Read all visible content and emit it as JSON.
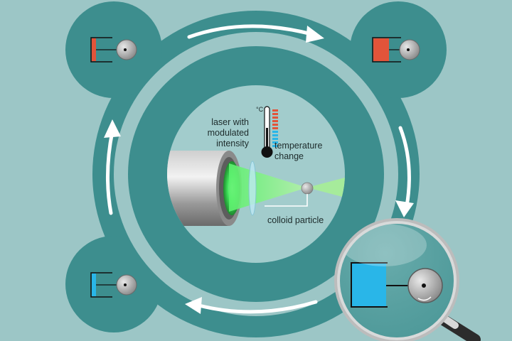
{
  "labels": {
    "laser": "laser with modulated intensity",
    "temperature": "temperature change",
    "colloid": "colloid particle",
    "degree": "°C"
  },
  "colors": {
    "background": "#9cc6c6",
    "ring": "#3d8e8e",
    "inner_disc": "#a2cccc",
    "heat": "#e2543a",
    "cold": "#29b6e8",
    "laser": "#3fe35a"
  },
  "icons": [
    "piston-hot-icon",
    "piston-cold-icon",
    "cycle-arrow-icon",
    "magnifier-icon",
    "thermometer-icon",
    "laser-barrel-icon",
    "lens-icon"
  ]
}
